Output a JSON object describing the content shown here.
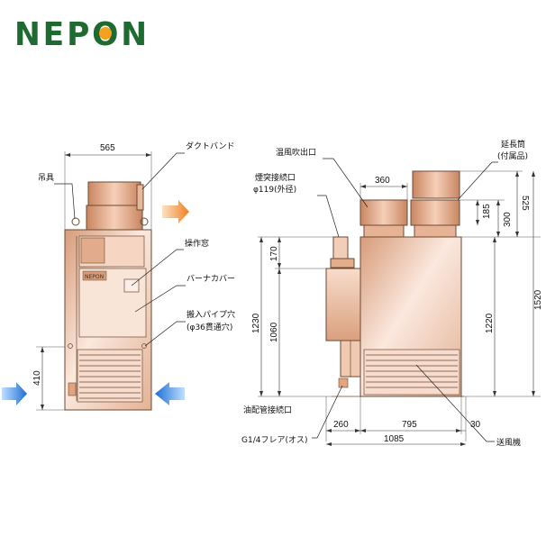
{
  "brand": {
    "logo_text": "NEPON",
    "logo_color": "#1f6a30",
    "logo_accent_color": "#f2a21b"
  },
  "colors": {
    "body_light": "#fbe7dc",
    "body_dark": "#d49a78",
    "outline": "#6b4a34",
    "arrow_in": "#1e6fd6",
    "arrow_out": "#f07f21"
  },
  "front_view": {
    "labels": {
      "hanger": "吊具",
      "duct_band": "ダクトバンド",
      "control_window": "操作窓",
      "burner_cover": "バーナカバー",
      "carry_pipe_hole": "搬入パイプ穴",
      "carry_pipe_hole_note": "(φ36貫通穴)",
      "nameplate": "NEPON"
    },
    "dims": {
      "width": "565",
      "intake_height": "410"
    }
  },
  "side_view": {
    "labels": {
      "hot_air_outlet": "温風吹出口",
      "chimney_port": "煙突接続口",
      "chimney_port_size": "φ119(外径)",
      "extension_tube": "延長筒",
      "extension_tube_note": "(付属品)",
      "fuel_port": "油配管接続口",
      "fuel_port_size": "G1/4フレア(オス)",
      "blower": "送風機"
    },
    "dims": {
      "outlet_width": "360",
      "ext_height": "525",
      "outlet_185": "185",
      "outlet_300": "300",
      "chimney_170": "170",
      "h_1230": "1230",
      "h_1060": "1060",
      "h_1220": "1220",
      "h_1520": "1520",
      "w_260": "260",
      "w_795": "795",
      "w_30": "30",
      "w_1085": "1085"
    }
  }
}
